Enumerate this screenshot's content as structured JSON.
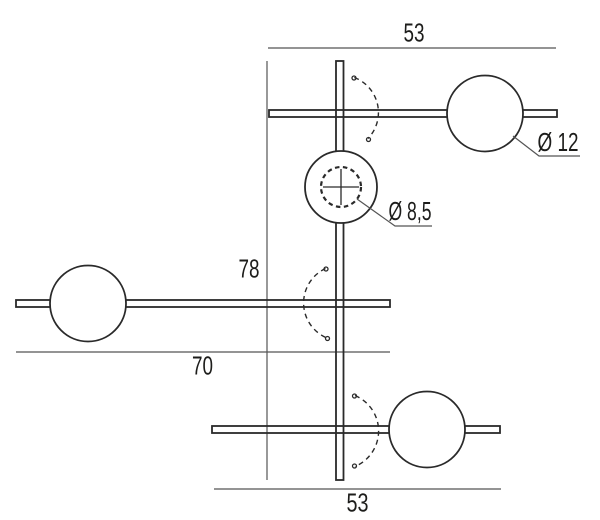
{
  "drawing": {
    "title": "wall-lamp-dimension-drawing",
    "colors": {
      "background": "#ffffff",
      "part_line": "#2a2a2a",
      "dimension_line": "#555555",
      "text": "#1d1d1b"
    },
    "dimensions": {
      "top_width": "53",
      "overall_height": "78",
      "middle_arm_width": "70",
      "bottom_width": "53",
      "sphere_diameter": "Ø 12",
      "hole_diameter": "Ø 8,5"
    }
  }
}
